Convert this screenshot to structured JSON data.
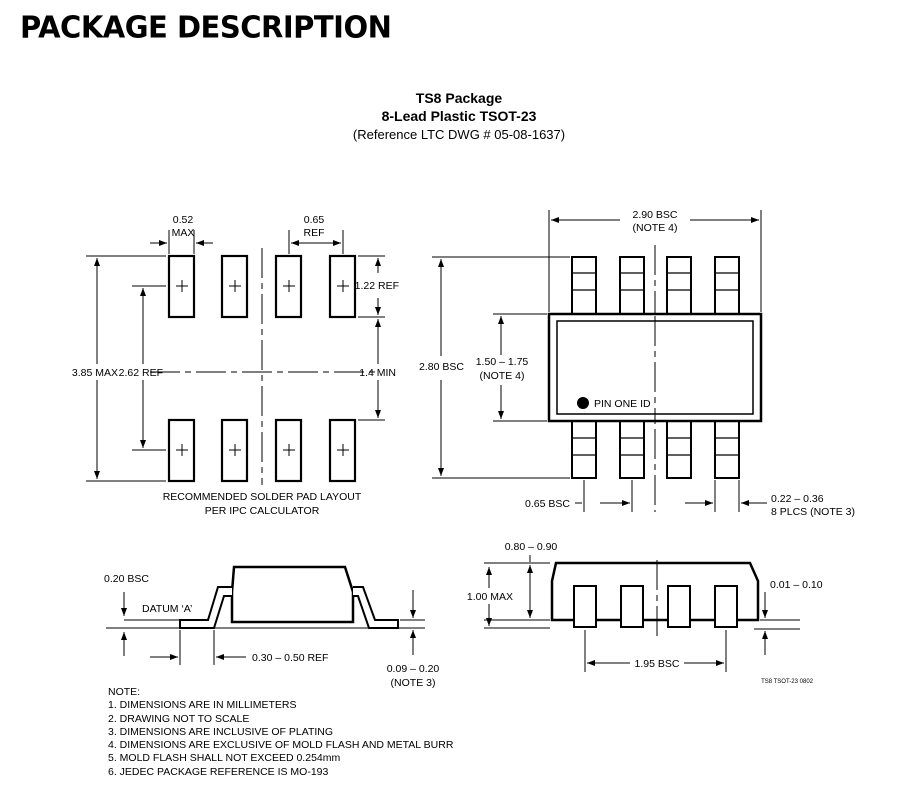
{
  "page": {
    "heading": "PACKAGE DESCRIPTION"
  },
  "title": {
    "line1": "TS8 Package",
    "line2": "8-Lead Plastic TSOT-23",
    "line3": "(Reference LTC DWG # 05-08-1637)"
  },
  "pad_layout": {
    "dim_pad_width": [
      "0.52",
      "MAX"
    ],
    "dim_pitch": [
      "0.65",
      "REF"
    ],
    "dim_pad_length": "1.22 REF",
    "dim_overall": "3.85 MAX",
    "dim_ref": "2.62 REF",
    "dim_gap": "1.4 MIN",
    "caption": [
      "RECOMMENDED SOLDER PAD LAYOUT",
      "PER IPC CALCULATOR"
    ]
  },
  "top_view": {
    "dim_width": [
      "2.90 BSC",
      "(NOTE 4)"
    ],
    "dim_total": "2.80 BSC",
    "dim_body": [
      "1.50 – 1.75",
      "(NOTE 4)"
    ],
    "pin_one": "PIN ONE ID",
    "dim_pitch": "0.65 BSC",
    "dim_lead_width": [
      "0.22 – 0.36",
      "8 PLCS (NOTE 3)"
    ]
  },
  "side_view": {
    "dim_standoff": "0.20 BSC",
    "datum": "DATUM ‘A’",
    "dim_foot": "0.30 – 0.50 REF",
    "dim_thickness": [
      "0.09 – 0.20",
      "(NOTE 3)"
    ]
  },
  "end_view": {
    "dim_top": "0.80 – 0.90",
    "dim_height": "1.00 MAX",
    "dim_clearance": "0.01 – 0.10",
    "dim_span": "1.95 BSC",
    "drawing_id": "TS8 TSOT-23 0802"
  },
  "notes": {
    "header": "NOTE:",
    "items": [
      "1. DIMENSIONS ARE IN MILLIMETERS",
      "2. DRAWING NOT TO SCALE",
      "3. DIMENSIONS ARE INCLUSIVE OF PLATING",
      "4. DIMENSIONS ARE EXCLUSIVE OF MOLD FLASH AND METAL BURR",
      "5. MOLD FLASH SHALL NOT EXCEED 0.254mm",
      "6. JEDEC PACKAGE REFERENCE IS MO-193"
    ]
  }
}
